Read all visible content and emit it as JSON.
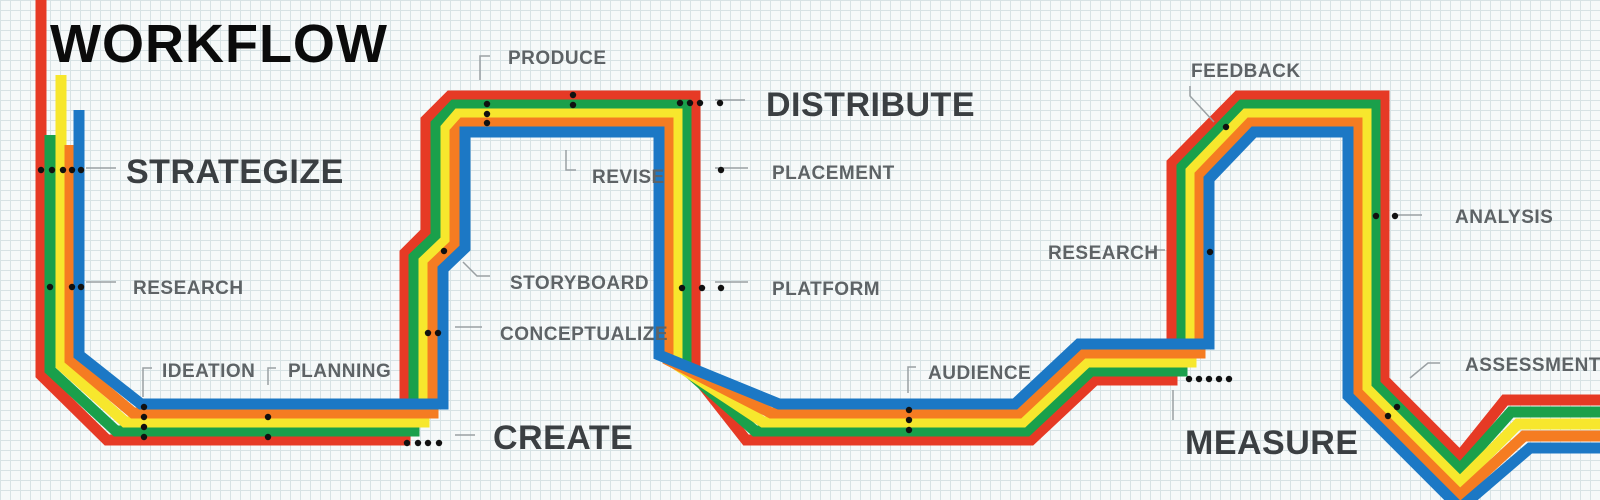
{
  "title": "WORKFLOW",
  "stages": {
    "strategize": "STRATEGIZE",
    "create": "CREATE",
    "distribute": "DISTRIBUTE",
    "measure": "MEASURE"
  },
  "steps": {
    "research_strategize": "RESEARCH",
    "ideation": "IDEATION",
    "planning": "PLANNING",
    "produce": "PRODUCE",
    "revise": "REVISE",
    "storyboard": "STORYBOARD",
    "conceptualize": "CONCEPTUALIZE",
    "placement": "PLACEMENT",
    "platform": "PLATFORM",
    "audience": "AUDIENCE",
    "feedback": "FEEDBACK",
    "research_measure": "RESEARCH",
    "analysis": "ANALYSIS",
    "assessment": "ASSESSMENT"
  },
  "line_colors": {
    "red": "#e63a25",
    "green": "#1aa04b",
    "yellow": "#f7e72d",
    "orange": "#f57c22",
    "blue": "#1c78c5"
  }
}
